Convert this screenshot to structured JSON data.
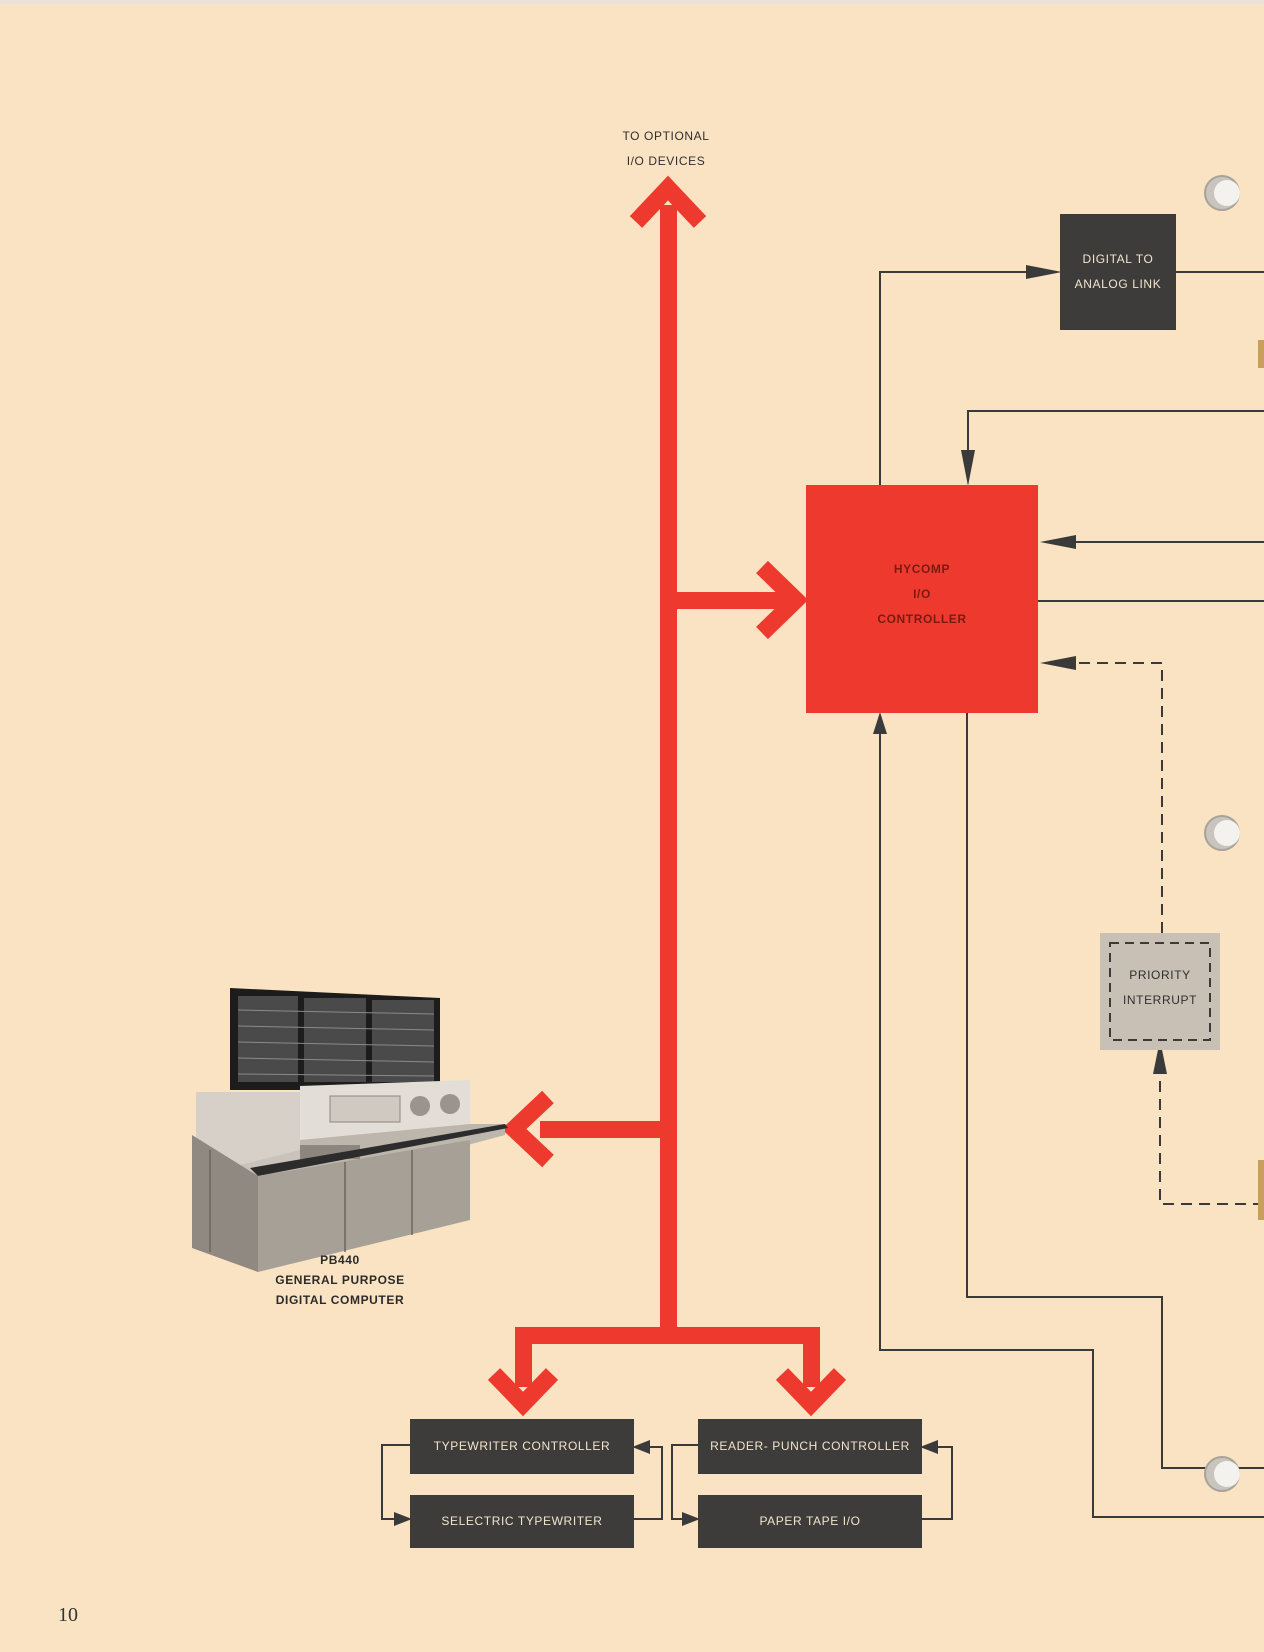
{
  "top_label": [
    "TO OPTIONAL",
    "I/O DEVICES"
  ],
  "digital_to_analog": [
    "DIGITAL TO",
    "ANALOG LINK"
  ],
  "hycomp": [
    "HYCOMP",
    "I/O",
    "CONTROLLER"
  ],
  "priority": [
    "PRIORITY",
    "INTERRUPT"
  ],
  "computer_caption": [
    "PB440",
    "GENERAL PURPOSE",
    "DIGITAL COMPUTER"
  ],
  "typewriter_controller": "TYPEWRITER CONTROLLER",
  "selectric_typewriter": "SELECTRIC TYPEWRITER",
  "reader_punch_controller": "READER- PUNCH CONTROLLER",
  "paper_tape": "PAPER TAPE I/O",
  "page_number": "10",
  "colors": {
    "paper": "#f9e3c2",
    "bus_red": "#ee3a2e",
    "box_dark": "#3e3c3a",
    "line": "#3a3a3a",
    "priority_gray": "#c8c0b4"
  }
}
